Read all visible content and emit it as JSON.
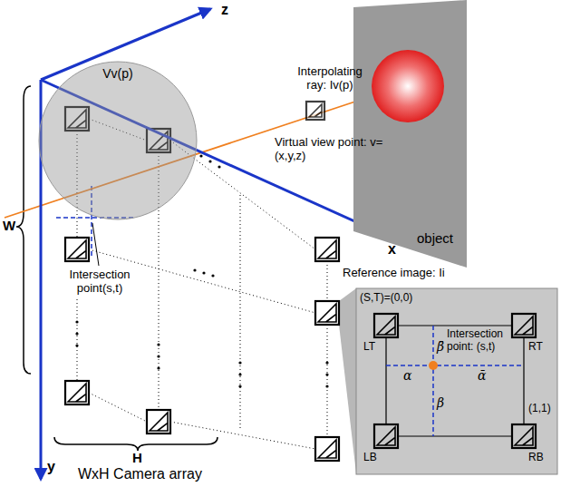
{
  "diagram": {
    "nodes": [
      {
        "text": [
          "Vv(p)"
        ]
      },
      {
        "text": [
          "object"
        ]
      },
      {
        "text": [
          "(S,T)=(0,0)",
          "Intersection point: (s,t)",
          "LT",
          "RT",
          "β̄",
          "α",
          "ᾱ",
          "(1,1)",
          "β",
          "LB",
          "RB"
        ]
      }
    ],
    "labels": [
      "z",
      "x",
      "y",
      "Interpolating ray: Iv(p)",
      "Virtual view point: v=(x,y,z)",
      "Reference image: Ii",
      "Intersection point(s,t)",
      "W",
      "H",
      "WxH Camera array"
    ]
  }
}
